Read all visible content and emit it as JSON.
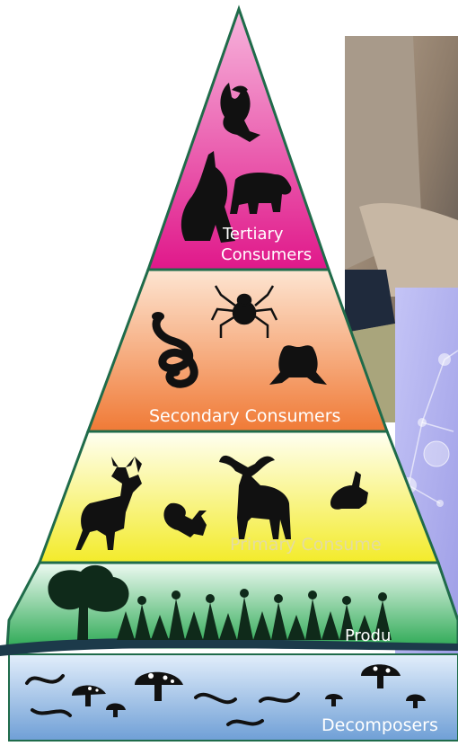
{
  "diagram": {
    "levels": [
      {
        "id": "tertiary",
        "label_line1": "Tertiary",
        "label_line2": "Consumers",
        "color_top": "#f6a8d8",
        "color_bottom": "#e0188a",
        "animals": [
          "eagle-icon",
          "wolf-icon",
          "bear-icon"
        ]
      },
      {
        "id": "secondary",
        "label": "Secondary Consumers",
        "color_top": "#fde3cf",
        "color_bottom": "#f07a36",
        "animals": [
          "snake-icon",
          "spider-icon",
          "frog-icon"
        ]
      },
      {
        "id": "primary",
        "label": "Primary Consume",
        "color_top": "#fffff0",
        "color_bottom": "#f4ec2a",
        "animals": [
          "deer-icon",
          "squirrel-icon",
          "moose-icon",
          "rabbit-icon"
        ]
      },
      {
        "id": "producers",
        "label": "Produ",
        "color_top": "#e8f8ee",
        "color_bottom": "#2faa56",
        "items": [
          "tree-icon",
          "plants-icon"
        ]
      },
      {
        "id": "decomposers",
        "label": "Decomposers",
        "color_top": "#dbe9fa",
        "color_bottom": "#6f9fd6",
        "items": [
          "worm-icon",
          "mushroom-icon"
        ]
      }
    ],
    "outline_color": "#1f6b4a"
  },
  "overlays": {
    "photo": {
      "name": "handshake-photo"
    },
    "graphic": {
      "name": "molecule-graphic",
      "color": "#b6b6f2"
    }
  }
}
